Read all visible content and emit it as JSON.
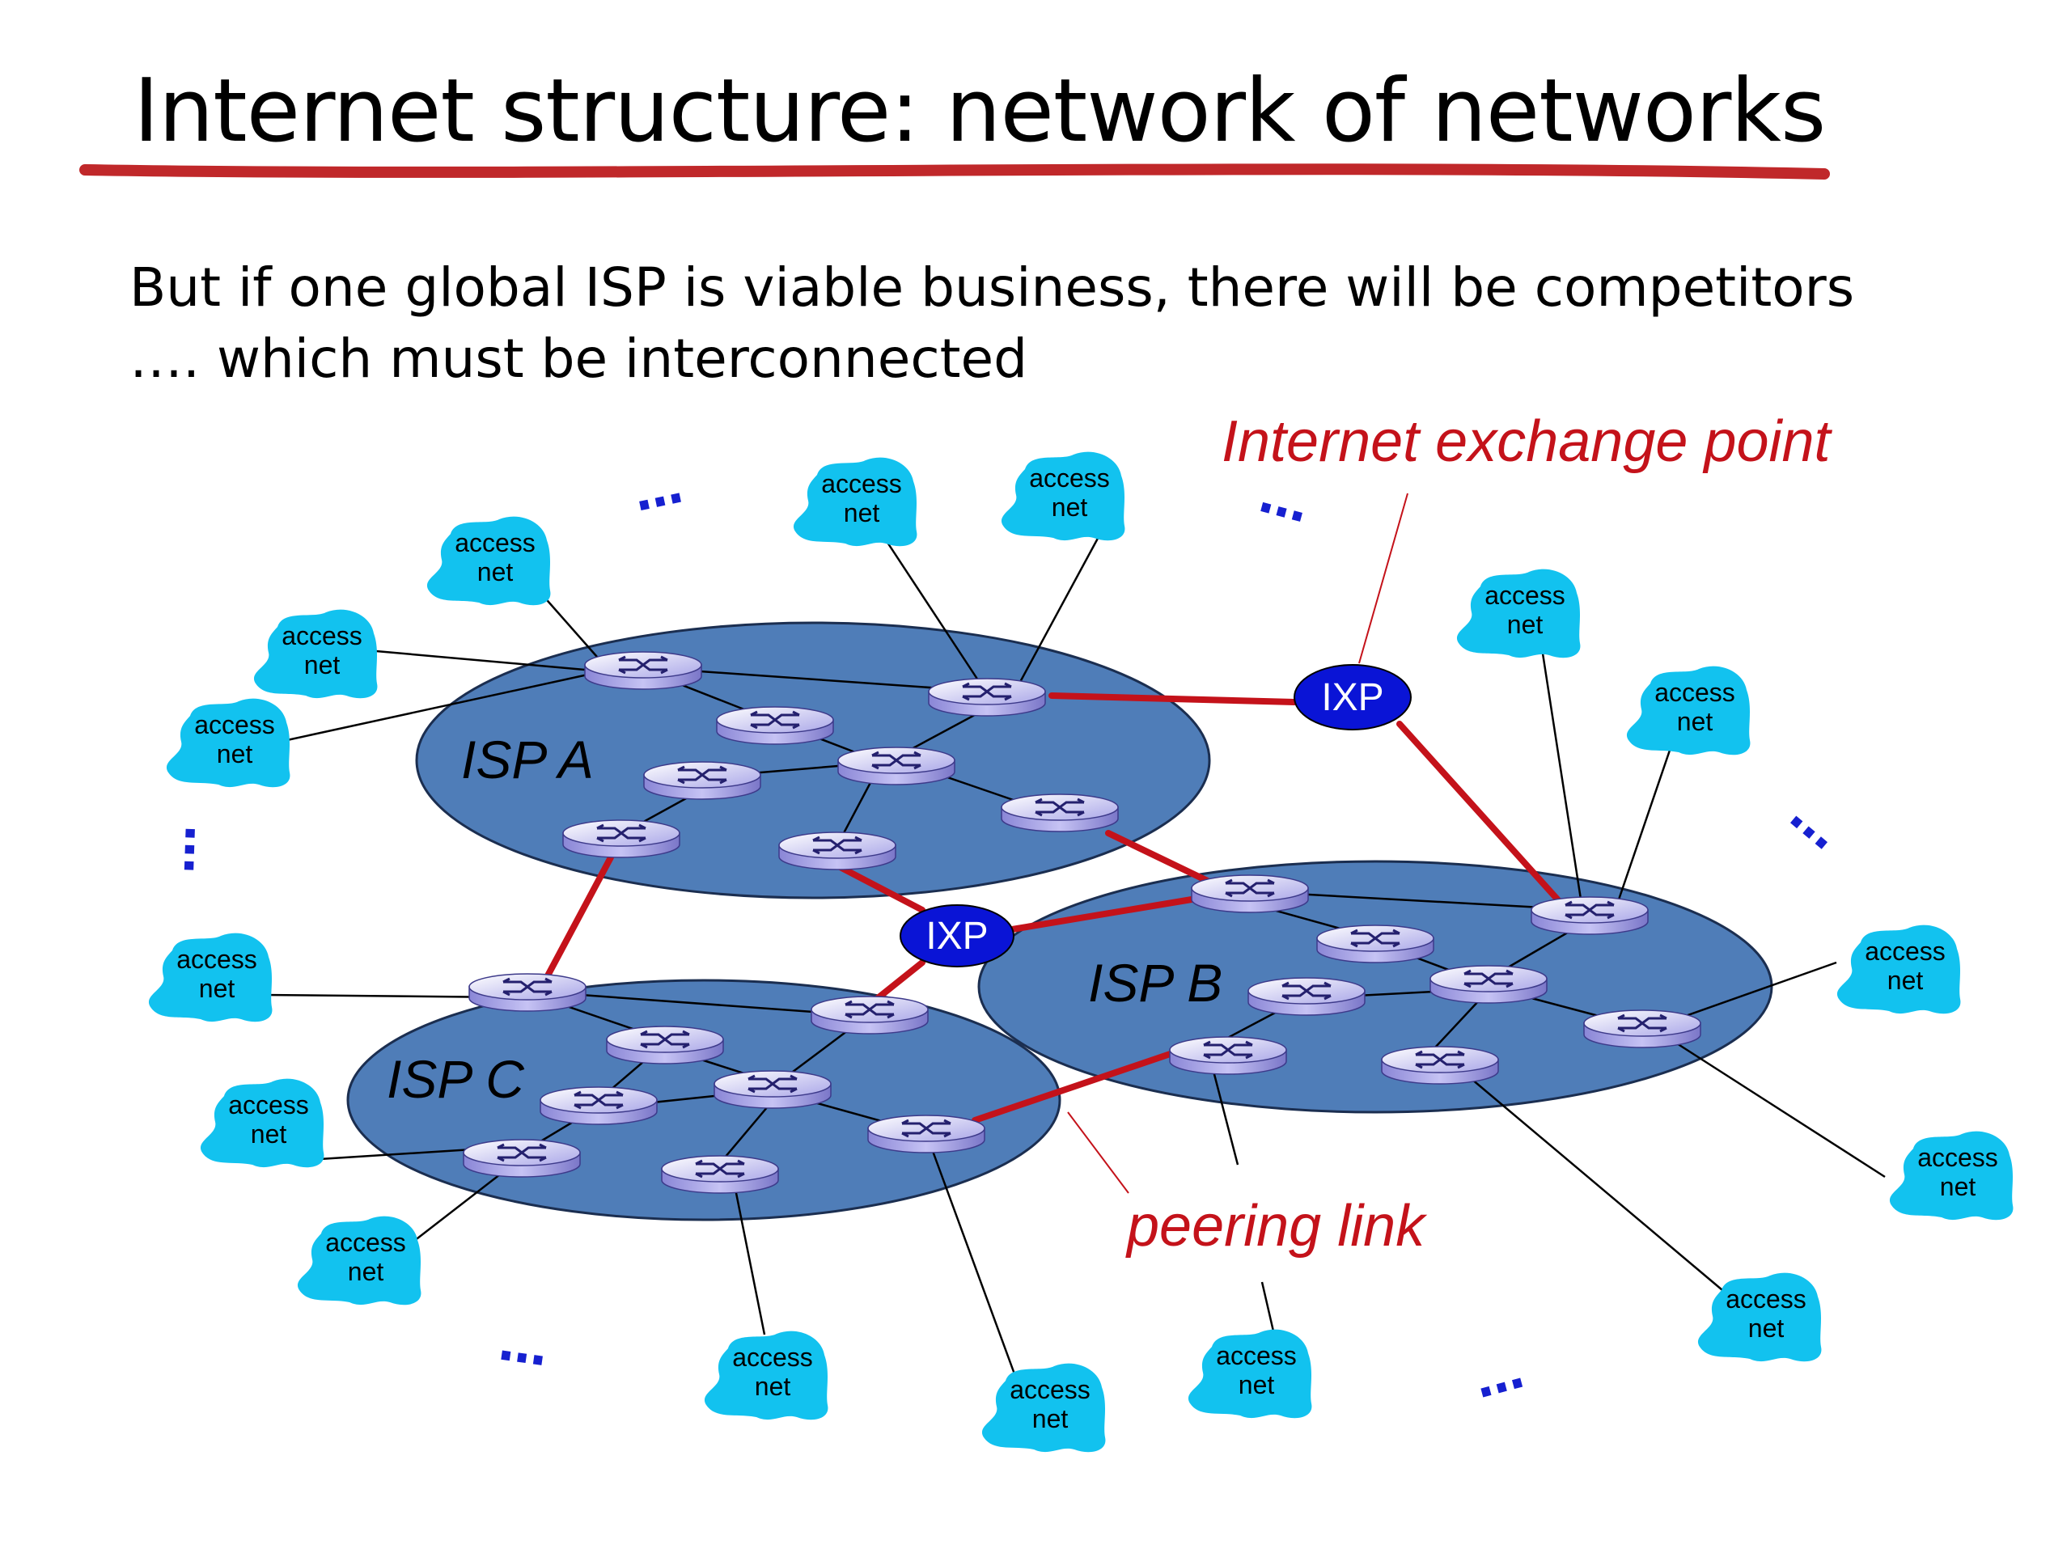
{
  "title": "Internet structure: network of networks",
  "subtitle": {
    "line1": "But if one global ISP is viable business, there will be competitors",
    "line2": "….  which must be interconnected"
  },
  "labels": {
    "ixp_callout": "Internet exchange point",
    "peering_callout": "peering link",
    "isp_a": "ISP A",
    "isp_b": "ISP B",
    "isp_c": "ISP C",
    "ixp": "IXP",
    "access_line1": "access",
    "access_line2": "net",
    "ellipsis": "…"
  },
  "colors": {
    "title_underline": "#c0282a",
    "isp_fill": "#4f7db8",
    "access_net": "#12c2ef",
    "ixp_fill": "#0a14d6",
    "peering_link": "#c4121a",
    "callout_text": "#c4121a",
    "ellipsis_dots": "#1620d0"
  },
  "icons": {
    "router": "router-icon",
    "cloud": "access-net-cloud-icon"
  }
}
